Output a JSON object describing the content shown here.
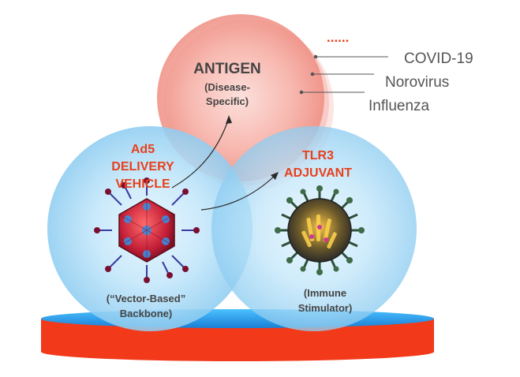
{
  "antigen": {
    "title": "ANTIGEN",
    "subtitle_line1": "(Disease-",
    "subtitle_line2": "Specific)"
  },
  "delivery": {
    "line1": "Ad5",
    "line2": "DELIVERY",
    "line3": "VEHICLE",
    "caption_line1": "(“Vector-Based”",
    "caption_line2": "Backbone)"
  },
  "adjuvant": {
    "line1": "TLR3",
    "line2": "ADJUVANT",
    "caption_line1": "(Immune",
    "caption_line2": "Stimulator)"
  },
  "diseases": {
    "more": "......",
    "items": [
      "COVID-19",
      "Norovirus",
      "Influenza"
    ]
  },
  "colors": {
    "accent_red": "#e8401c",
    "antigen_pink": "#f4a9a0",
    "blue_circle": "#a9daf5",
    "platform_blue": "#1e8fe0",
    "platform_red": "#f43b1c"
  },
  "icons": {
    "adenovirus": "adenovirus-icon",
    "influenza_virion": "virus-particle-icon"
  }
}
